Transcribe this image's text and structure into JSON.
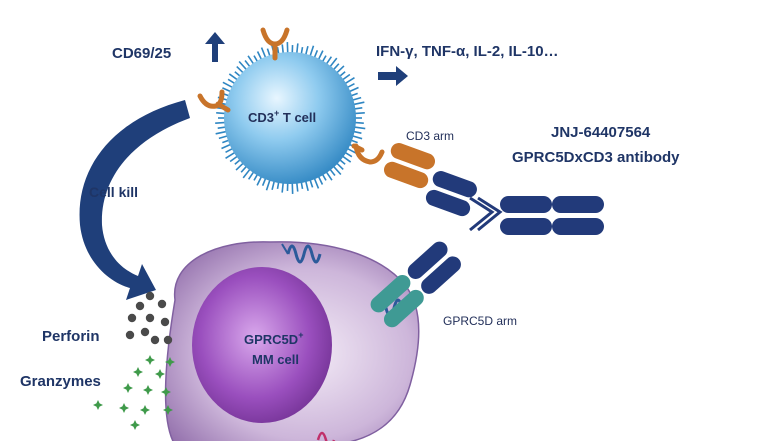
{
  "labels": {
    "cd69": "CD69/25",
    "cytokines": "IFN-γ, TNF-α, IL-2, IL-10…",
    "tcell_main": "CD3",
    "tcell_sup": "+",
    "tcell_rest": " T cell",
    "cd3_arm": "CD3 arm",
    "drug_name": "JNJ-64407564",
    "drug_desc": "GPRC5DxCD3 antibody",
    "cell_kill": "Cell kill",
    "perforin": "Perforin",
    "granzymes": "Granzymes",
    "mm_line1_main": "GPRC5D",
    "mm_line1_sup": "+",
    "mm_line2": "MM cell",
    "gprc5d_arm": "GPRC5D arm"
  },
  "colors": {
    "text": "#1f3566",
    "arrow": "#1f3f7a",
    "tcell": "#4aa3d8",
    "antibody": "#223a7a",
    "cd3_arm": "#c8742a",
    "gprc5d_arm": "#3f9a94",
    "mm_cell": "#b79ac8",
    "mm_nucleus": "#8b4aa6",
    "perforin": "#4a4a4a",
    "granzyme": "#3f9a4a"
  },
  "icons": [
    "up-arrow-icon",
    "right-arrow-icon",
    "curved-arrow-icon",
    "receptor-icon"
  ]
}
